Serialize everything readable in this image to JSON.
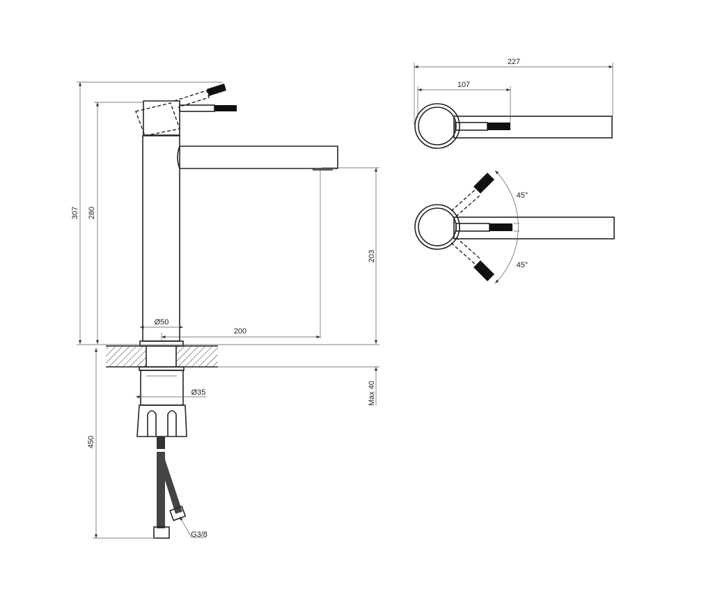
{
  "drawing": {
    "side_view": {
      "dims": {
        "total_height": "307",
        "body_height": "280",
        "body_diameter": "Ø50",
        "spout_reach": "200",
        "spout_height": "203",
        "shank_diameter": "Ø35",
        "max_counter_thickness": "Max 40",
        "hose_length": "450",
        "hose_thread": "G3/8"
      }
    },
    "top_view": {
      "dims": {
        "total_length": "227",
        "lever_length": "107",
        "angle_left": "45°",
        "angle_right": "45°"
      }
    },
    "colors": {
      "line": "#222222",
      "dim_line": "#555555",
      "background": "#ffffff"
    }
  }
}
